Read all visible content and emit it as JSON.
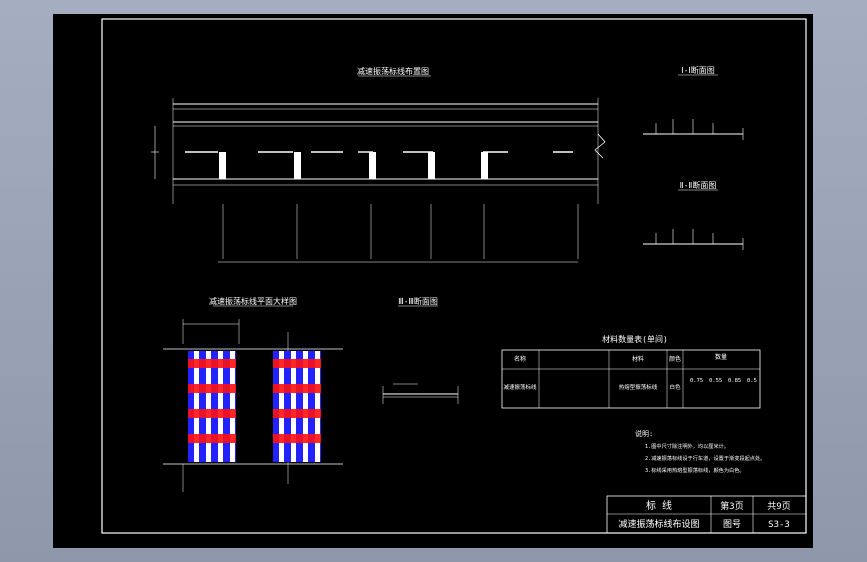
{
  "title_main_plan": "减速振荡标线布置图",
  "title_plan_enlarged": "减速振荡标线平面大样图",
  "section_1": "Ⅰ-Ⅰ断面图",
  "section_2": "Ⅱ-Ⅱ断面图",
  "section_3": "Ⅲ-Ⅲ断面图",
  "table": {
    "title": "材料数量表(单间)",
    "col_name": "名称",
    "col_material": "材料",
    "col_color": "颜色",
    "col_qty": "数量",
    "row_name": "减速振荡标线",
    "row_material": "热熔型振荡标线",
    "row_color": "白色",
    "row_values": [
      "0.75",
      "0.55",
      "0.85",
      "0.5"
    ]
  },
  "notes_title": "说明:",
  "notes": [
    "1.图中尺寸除注明外，均以厘米计。",
    "2.减速振荡标线设于行车道，设置于渐变段起点处。",
    "3.标线采用热熔型振荡标线，颜色为白色。"
  ],
  "title_block": {
    "category": "标 线",
    "page": "第3页",
    "total": "共9页",
    "drawing_name": "减速振荡标线布设图",
    "no_label": "图号",
    "no_value": "S3-3"
  }
}
